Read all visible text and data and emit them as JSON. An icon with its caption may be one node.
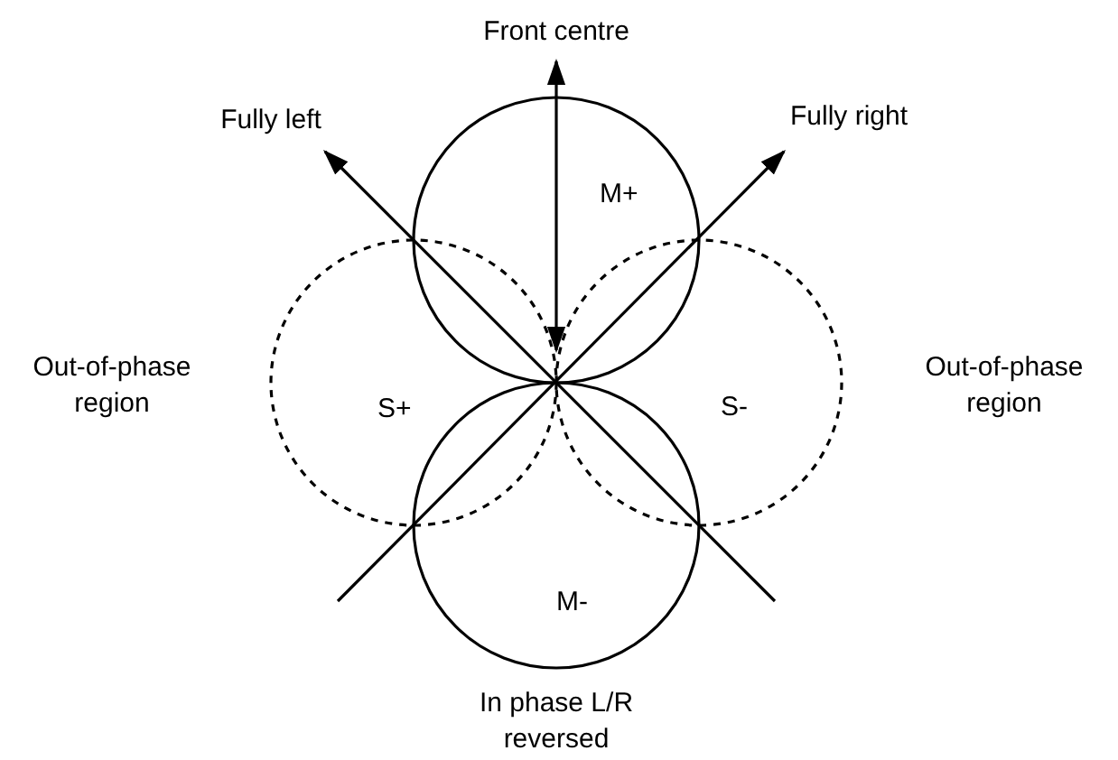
{
  "diagram": {
    "nodes": [
      {
        "text": [
          "M+"
        ]
      },
      {
        "text": [
          "S+"
        ]
      },
      {
        "text": [
          "S-"
        ]
      },
      {
        "text": [
          "M-"
        ]
      }
    ],
    "labels": [
      "Front centre",
      "Fully left",
      "Fully right",
      "Out-of-phase region",
      "Out-of-phase region",
      "In phase L/R reversed"
    ]
  }
}
